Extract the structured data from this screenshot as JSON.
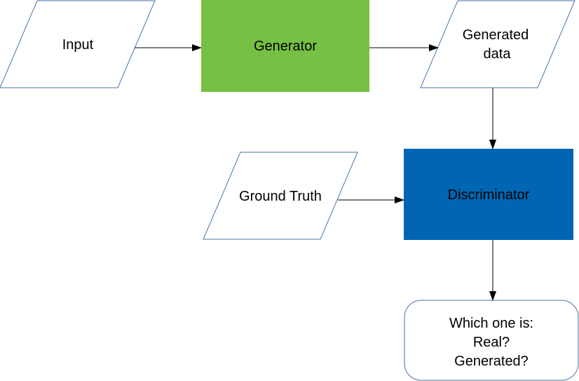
{
  "nodes": {
    "input": {
      "label": "Input"
    },
    "generator": {
      "label": "Generator"
    },
    "generated_data": {
      "lines": [
        "Generated",
        "data"
      ]
    },
    "ground_truth": {
      "label": "Ground Truth"
    },
    "discriminator": {
      "label": "Discriminator"
    },
    "output": {
      "lines": [
        "Which one is:",
        "Real?",
        "Generated?"
      ]
    }
  },
  "colors": {
    "generator_fill": "#76c043",
    "discriminator_fill": "#0066b3",
    "parallelogram_stroke": "#4a73a8",
    "arrow": "#000000"
  }
}
